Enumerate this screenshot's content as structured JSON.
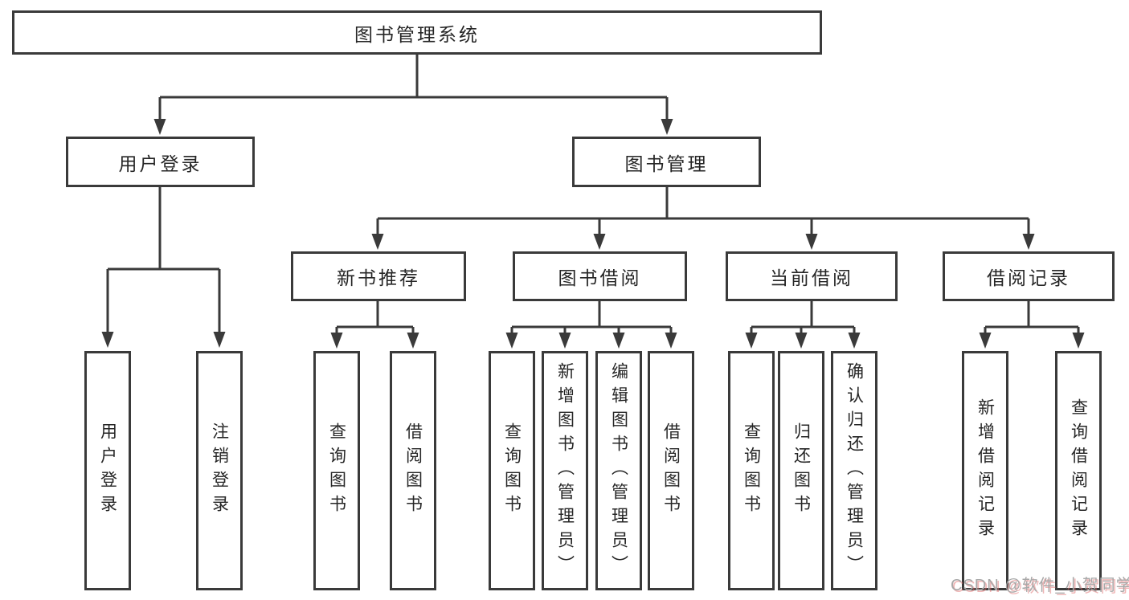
{
  "diagram": {
    "title": "图书管理系统",
    "colors": {
      "line": "#3a3a3a",
      "box_border": "#3a3a3a",
      "box_background": "#ffffff",
      "text": "#262626",
      "watermark_text": "#a8a8a8",
      "watermark_shadow": "#e06e6e"
    },
    "tree": {
      "label": "图书管理系统",
      "children": [
        {
          "label": "用户登录",
          "children": [
            {
              "label": "用户登录"
            },
            {
              "label": "注销登录"
            }
          ]
        },
        {
          "label": "图书管理",
          "children": [
            {
              "label": "新书推荐",
              "children": [
                {
                  "label": "查询图书"
                },
                {
                  "label": "借阅图书"
                }
              ]
            },
            {
              "label": "图书借阅",
              "children": [
                {
                  "label": "查询图书"
                },
                {
                  "label": "新增图书（管理员）"
                },
                {
                  "label": "编辑图书（管理员）"
                },
                {
                  "label": "借阅图书"
                }
              ]
            },
            {
              "label": "当前借阅",
              "children": [
                {
                  "label": "查询图书"
                },
                {
                  "label": "归还图书"
                },
                {
                  "label": "确认归还（管理员）"
                }
              ]
            },
            {
              "label": "借阅记录",
              "children": [
                {
                  "label": "新增借阅记录"
                },
                {
                  "label": "查询借阅记录"
                }
              ]
            }
          ]
        }
      ]
    }
  },
  "watermark": {
    "text": "CSDN @软件_小贺同学"
  }
}
